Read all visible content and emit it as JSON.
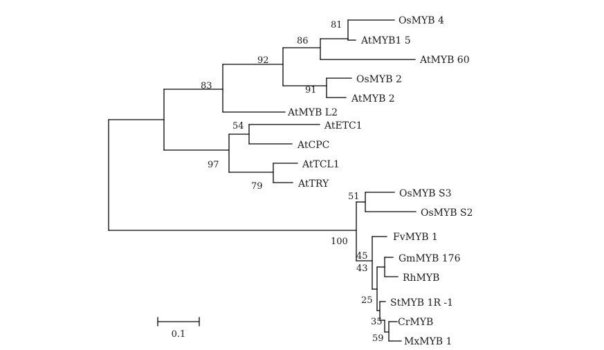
{
  "tree": {
    "leaves": {
      "osmyb4": "OsMYB 4",
      "atmyb15": "AtMYB1 5",
      "atmyb60": "AtMYB 60",
      "osmyb2": "OsMYB 2",
      "atmyb2": "AtMYB 2",
      "atmybl2": "AtMYB L2",
      "atetc1": "AtETC1",
      "atcpc": "AtCPC",
      "attcl1": "AtTCL1",
      "attry": "AtTRY",
      "osmybs3": "OsMYB S3",
      "osmybs2": "OsMYB S2",
      "fvmyb1": "FvMYB 1",
      "gmmyb176": "GmMYB 176",
      "rhmyb": "RhMYB",
      "stmyb1r1": "StMYB 1R -1",
      "crmyb": "CrMYB",
      "mxmyb1": "MxMYB 1"
    },
    "bootstrap": {
      "b81": "81",
      "b86": "86",
      "b92": "92",
      "b91": "91",
      "b83": "83",
      "b54": "54",
      "b97": "97",
      "b79": "79",
      "b51": "51",
      "b100": "100",
      "b45": "45",
      "b43": "43",
      "b25": "25",
      "b35": "35",
      "b59": "59"
    },
    "scale_bar": {
      "value": "0.1"
    },
    "line_color": "#000000"
  }
}
